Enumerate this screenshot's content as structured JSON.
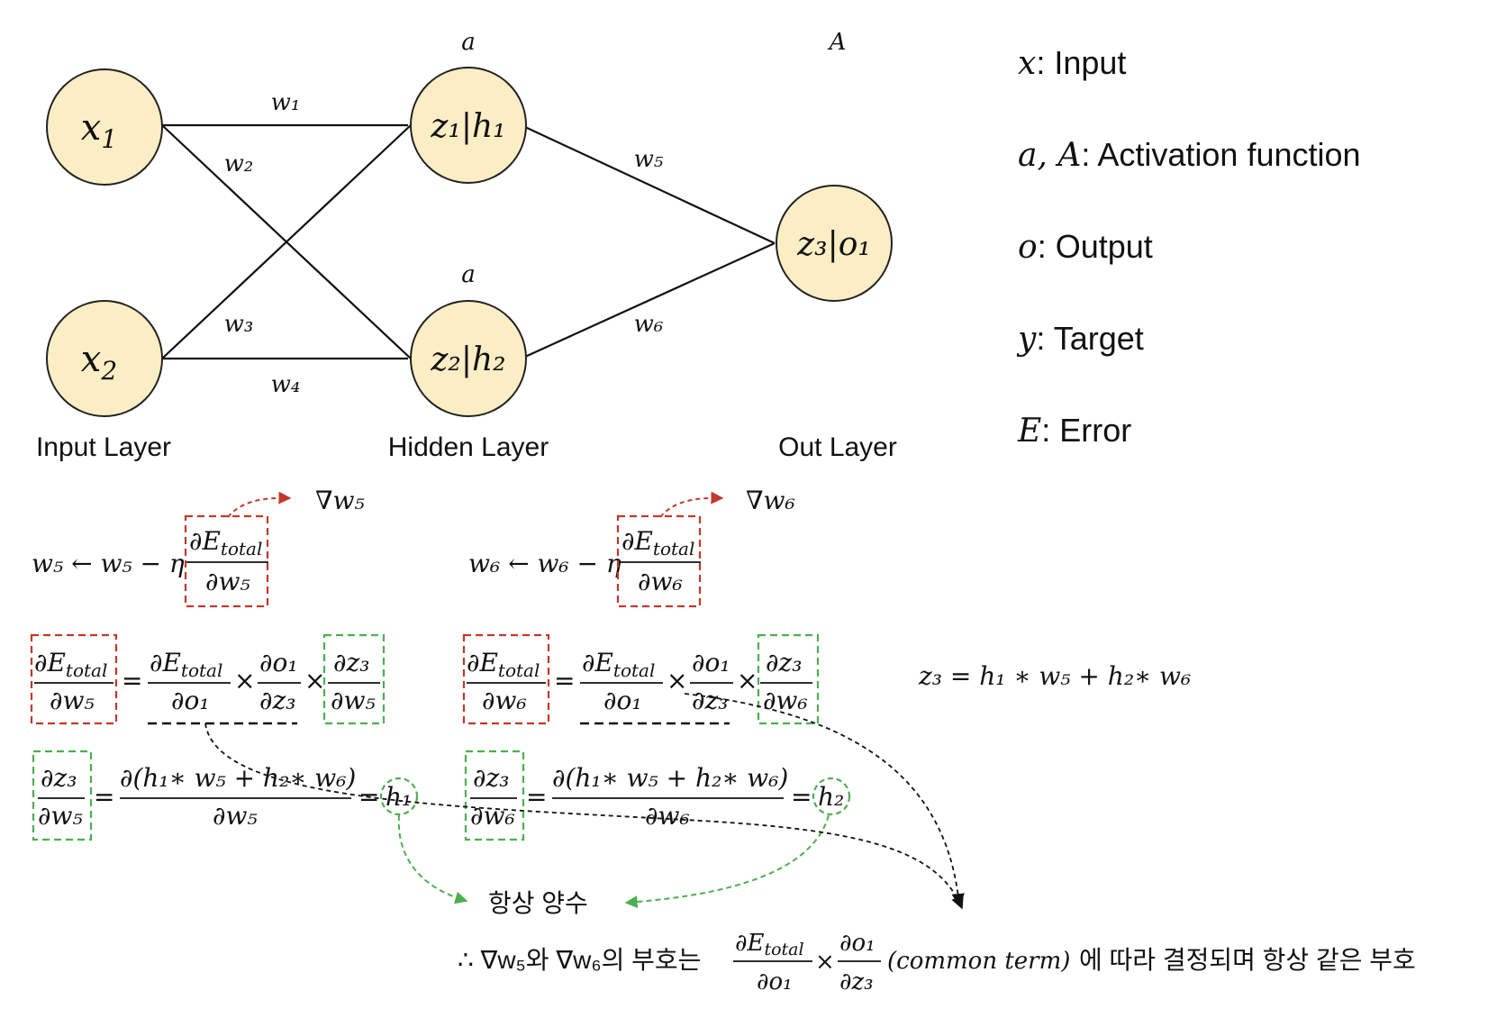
{
  "colors": {
    "node_fill": "#FBEDC4",
    "node_stroke": "#222222",
    "red_dashed": "#C0392B",
    "green_dashed": "#4CAF50",
    "black": "#111111"
  },
  "nodes": {
    "x1": "x",
    "x1_sub": "1",
    "x2": "x",
    "x2_sub": "2",
    "h1": "z₁|h₁",
    "h2": "z₂|h₂",
    "o1": "z₃|o₁"
  },
  "activations": {
    "a_top": "a",
    "a_bottom": "a",
    "A_out": "A"
  },
  "weights": [
    "w₁",
    "w₂",
    "w₃",
    "w₄",
    "w₅",
    "w₆"
  ],
  "layers": {
    "input": "Input Layer",
    "hidden": "Hidden Layer",
    "output": "Out Layer"
  },
  "legend": [
    {
      "sym": "x",
      "text": ": Input"
    },
    {
      "sym": "a, A",
      "text": ": Activation function"
    },
    {
      "sym": "o",
      "text": ": Output"
    },
    {
      "sym": "y",
      "text": ": Target"
    },
    {
      "sym": "E",
      "text": ": Error"
    }
  ],
  "equations": {
    "grad_w5": "∇w₅",
    "grad_w6": "∇w₆",
    "update_w5_lhs": "w₅ ← w₅ − η",
    "update_w6_lhs": "w₆ ← w₆ − η",
    "dEtotal": "∂E",
    "total_sub": "total",
    "dw5": "∂w₅",
    "dw6": "∂w₆",
    "do1": "∂o₁",
    "dz3": "∂z₃",
    "equals": "=",
    "times": "×",
    "numer_sum": "∂(h₁∗ w₅ + h₂∗ w₆)",
    "h1": "h₁",
    "h2": "h₂",
    "z3_def": "z₃ = h₁ ∗ w₅ + h₂∗ w₆",
    "always_positive": "항상 양수",
    "conclusion_prefix": "∴ ∇w₅와 ∇w₆의 부호는",
    "common_term": "(common term)",
    "conclusion_suffix": "에 따라 결정되며 항상 같은 부호"
  }
}
